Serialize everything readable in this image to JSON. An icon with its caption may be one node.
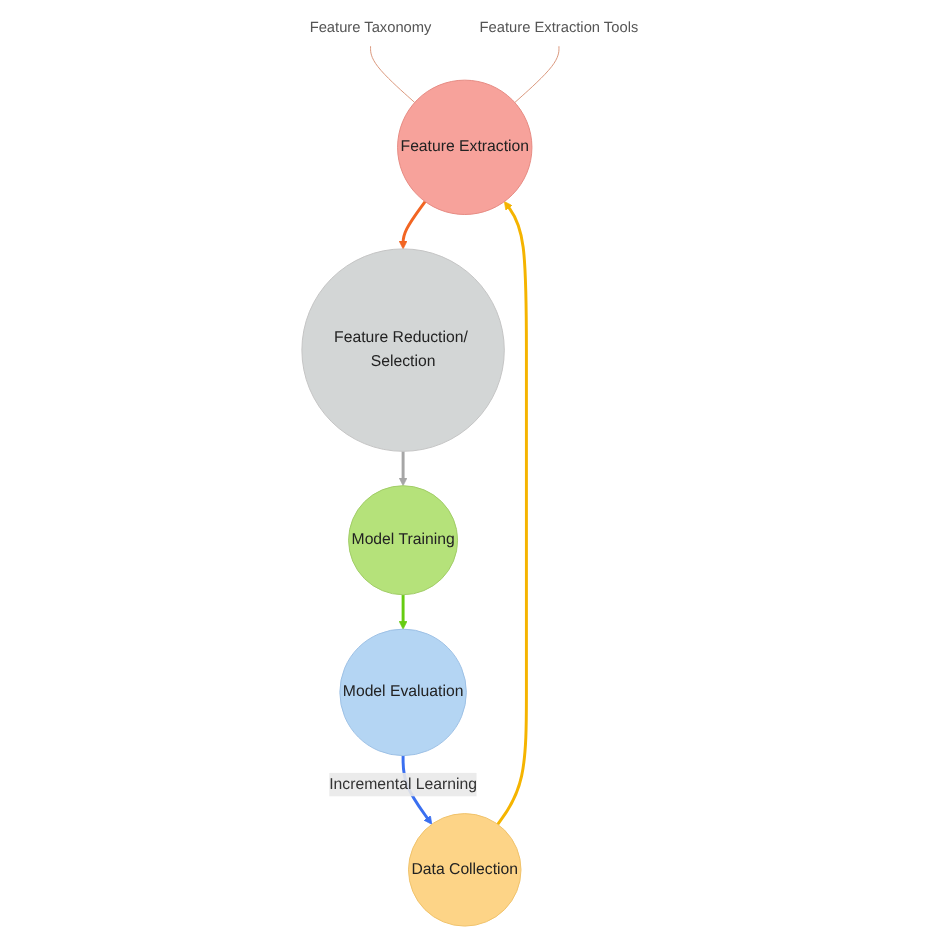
{
  "diagram": {
    "nodes": [
      {
        "text": [
          "Feature Taxonomy"
        ]
      },
      {
        "text": [
          "Feature Extraction Tools"
        ]
      },
      {
        "text": [
          "Feature Extraction"
        ]
      },
      {
        "text": [
          "Feature Reduction/ Selection"
        ]
      },
      {
        "text": [
          "Model Training"
        ]
      },
      {
        "text": [
          "Model Evaluation"
        ]
      },
      {
        "text": [
          "Data Collection"
        ]
      }
    ],
    "edges": [
      {
        "from": 0,
        "to": 2,
        "arrow": "none",
        "color": "#d9967a"
      },
      {
        "from": 1,
        "to": 2,
        "arrow": "none",
        "color": "#d9967a"
      },
      {
        "from": 2,
        "to": 3,
        "arrow": "to",
        "color": "#f26522"
      },
      {
        "from": 3,
        "to": 4,
        "arrow": "to",
        "color": "#a6a6a6"
      },
      {
        "from": 4,
        "to": 5,
        "arrow": "to",
        "color": "#66cc11"
      },
      {
        "from": 5,
        "to": 6,
        "arrow": "to",
        "color": "#3a6ff0",
        "label": "Incremental Learning"
      },
      {
        "from": 6,
        "to": 2,
        "arrow": "to",
        "color": "#f5b400"
      }
    ]
  }
}
